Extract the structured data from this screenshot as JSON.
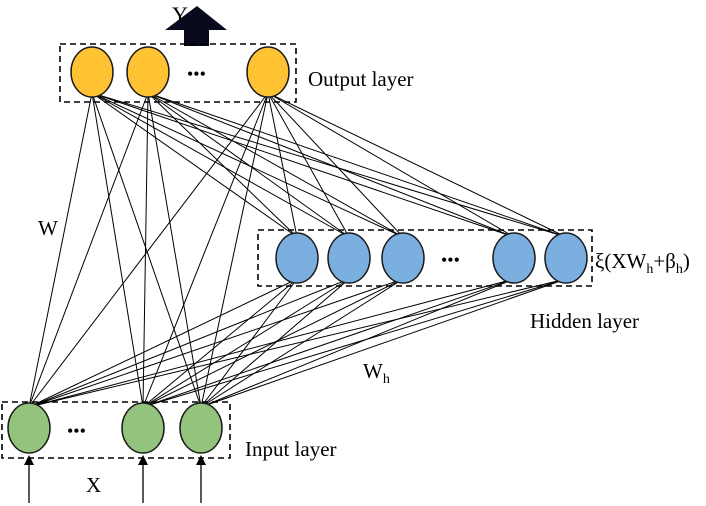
{
  "output_layer": {
    "label": "Output layer",
    "output_symbol": "Y",
    "ellipsis": "•••",
    "node_color": "#FFC233",
    "node_stroke": "#1a1a1a"
  },
  "hidden_layer": {
    "label": "Hidden layer",
    "activation": {
      "prefix": "ξ(XW",
      "sub1": "h",
      "middle": "+β",
      "sub2": "h",
      "suffix": ")"
    },
    "ellipsis": "•••",
    "node_color": "#7BAFE0",
    "node_stroke": "#1a1a1a"
  },
  "input_layer": {
    "label": "Input layer",
    "input_symbol": "X",
    "ellipsis": "•••",
    "node_color": "#93C47D",
    "node_stroke": "#1a1a1a"
  },
  "weights": {
    "output_weights": "W",
    "hidden_weights_base": "W",
    "hidden_weights_sub": "h"
  },
  "arrow_color": "#0a0a1e"
}
